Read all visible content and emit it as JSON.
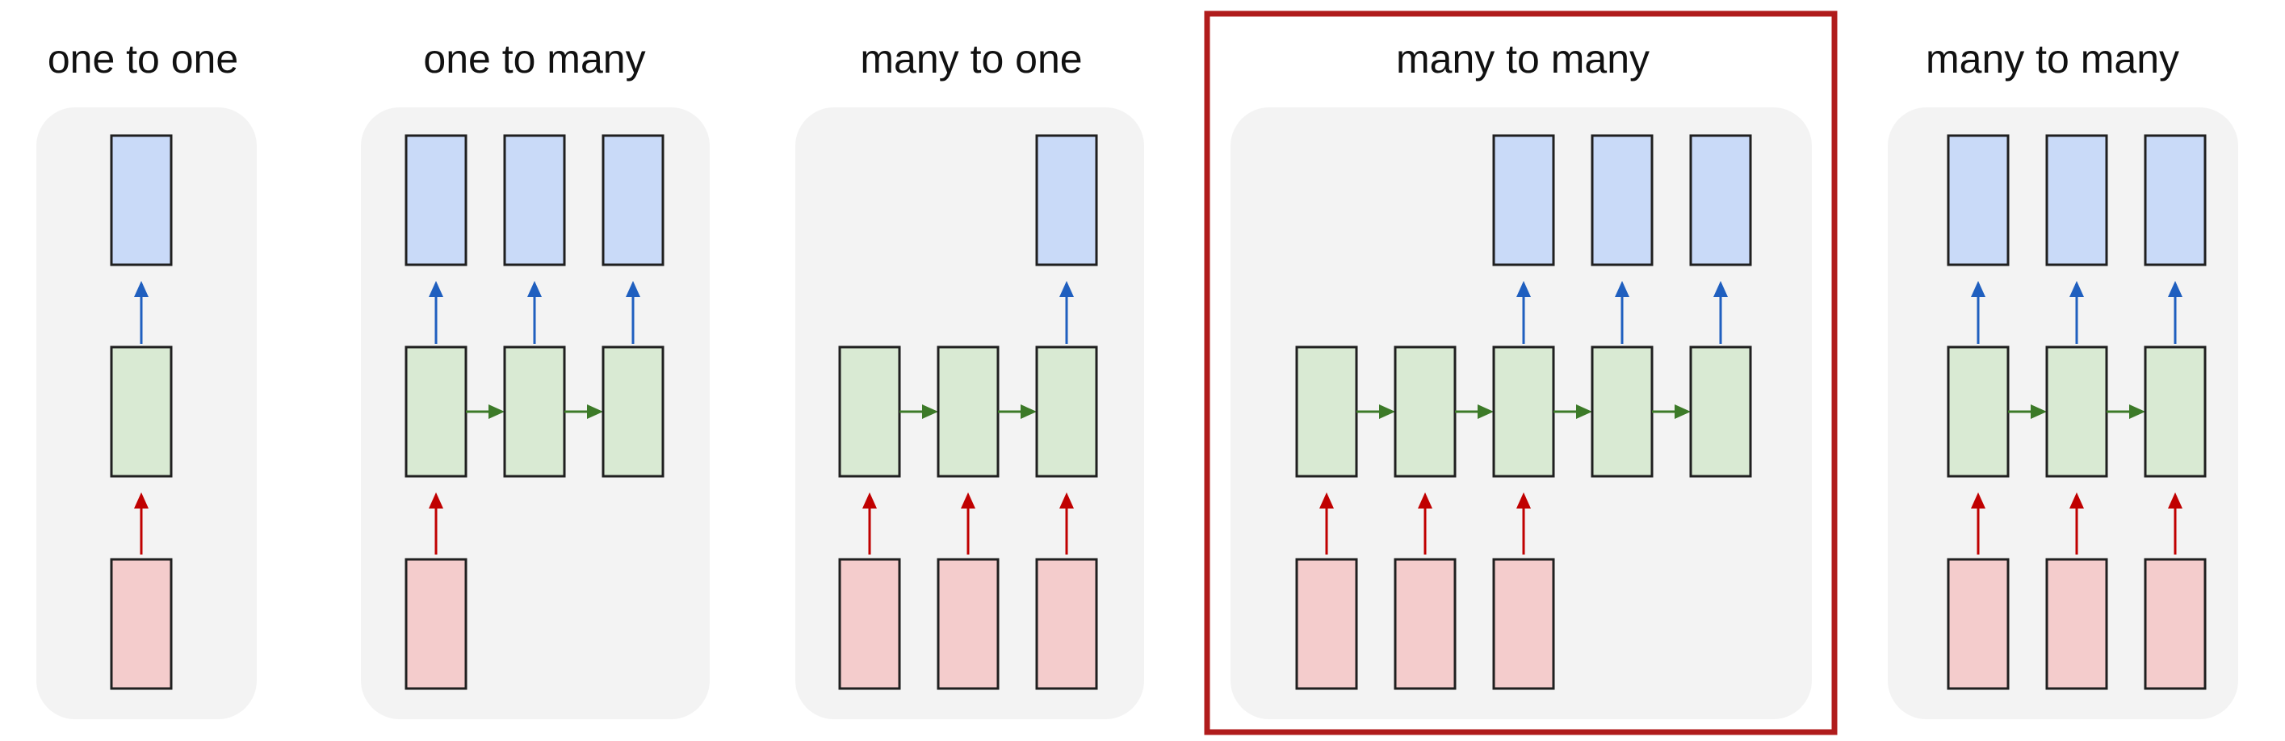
{
  "colors": {
    "panel": "#f3f3f3",
    "output_fill": "#c9daf8",
    "hidden_fill": "#d9ead3",
    "input_fill": "#f4cccc",
    "box_stroke": "#1f1f1f",
    "up_arrow_output": "#1f5fbf",
    "up_arrow_input": "#c00000",
    "recurrent_arrow": "#3c7a28",
    "highlight_border": "#b01c1c"
  },
  "diagrams": [
    {
      "title": "one to one",
      "inputs": [
        1
      ],
      "hiddens": [
        1
      ],
      "outputs": [
        1
      ],
      "highlighted": false
    },
    {
      "title": "one to many",
      "inputs": [
        1,
        0,
        0
      ],
      "hiddens": [
        1,
        1,
        1
      ],
      "outputs": [
        1,
        1,
        1
      ],
      "highlighted": false
    },
    {
      "title": "many to one",
      "inputs": [
        1,
        1,
        1
      ],
      "hiddens": [
        1,
        1,
        1
      ],
      "outputs": [
        0,
        0,
        1
      ],
      "highlighted": false
    },
    {
      "title": "many to many",
      "inputs": [
        1,
        1,
        1,
        0,
        0
      ],
      "hiddens": [
        1,
        1,
        1,
        1,
        1
      ],
      "outputs": [
        0,
        0,
        1,
        1,
        1
      ],
      "highlighted": true
    },
    {
      "title": "many to many",
      "inputs": [
        1,
        1,
        1
      ],
      "hiddens": [
        1,
        1,
        1
      ],
      "outputs": [
        1,
        1,
        1
      ],
      "highlighted": false
    }
  ],
  "icons": [
    "up-arrow-icon",
    "right-arrow-icon"
  ]
}
